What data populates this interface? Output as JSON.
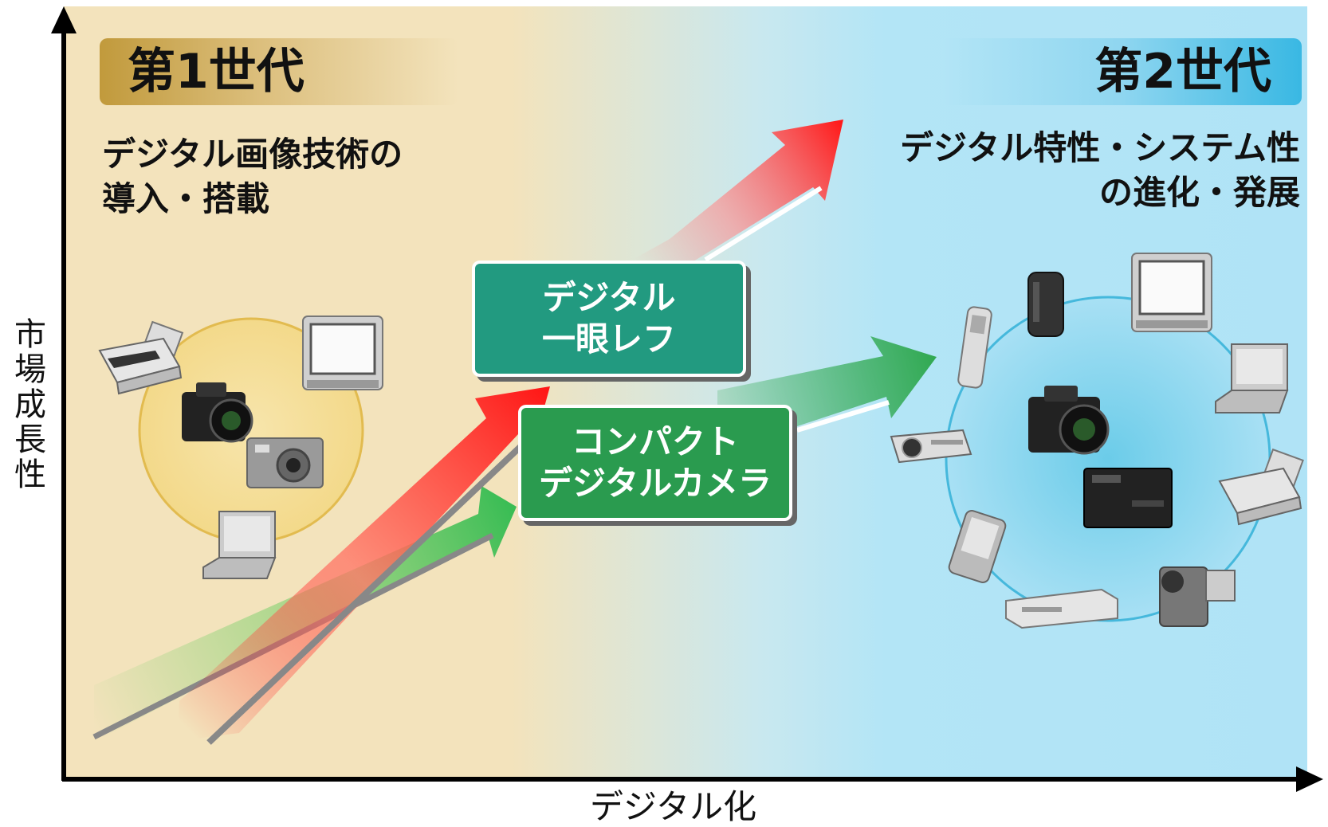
{
  "axes": {
    "y_label": "市場成長性",
    "x_label": "デジタル化"
  },
  "generations": {
    "first": {
      "title": "第1世代",
      "description": "デジタル画像技術の\n導入・搭載"
    },
    "second": {
      "title": "第2世代",
      "description": "デジタル特性・システム性\nの進化・発展"
    }
  },
  "products": {
    "dslr": "デジタル\n一眼レフ",
    "compact": "コンパクト\nデジタルカメラ"
  },
  "colors": {
    "gen1_bg": "#f3e3bc",
    "gen2_bg": "#b0e3f6",
    "red_arrow": "#ff1a1a",
    "green_arrow": "#2fa84f",
    "dslr_box": "#229a80",
    "compact_box": "#2a9b4f"
  },
  "icons": {
    "gen1_cluster": [
      "printer-icon",
      "tv-icon",
      "dslr-camera-icon",
      "compact-camera-icon",
      "laptop-icon"
    ],
    "gen2_cluster": [
      "mobile-phone-icon",
      "external-hdd-icon",
      "tv-icon",
      "laptop-icon",
      "projector-icon",
      "dslr-camera-icon",
      "compact-camera-icon",
      "printer-icon",
      "pda-icon",
      "dvd-recorder-icon",
      "camcorder-icon"
    ]
  }
}
